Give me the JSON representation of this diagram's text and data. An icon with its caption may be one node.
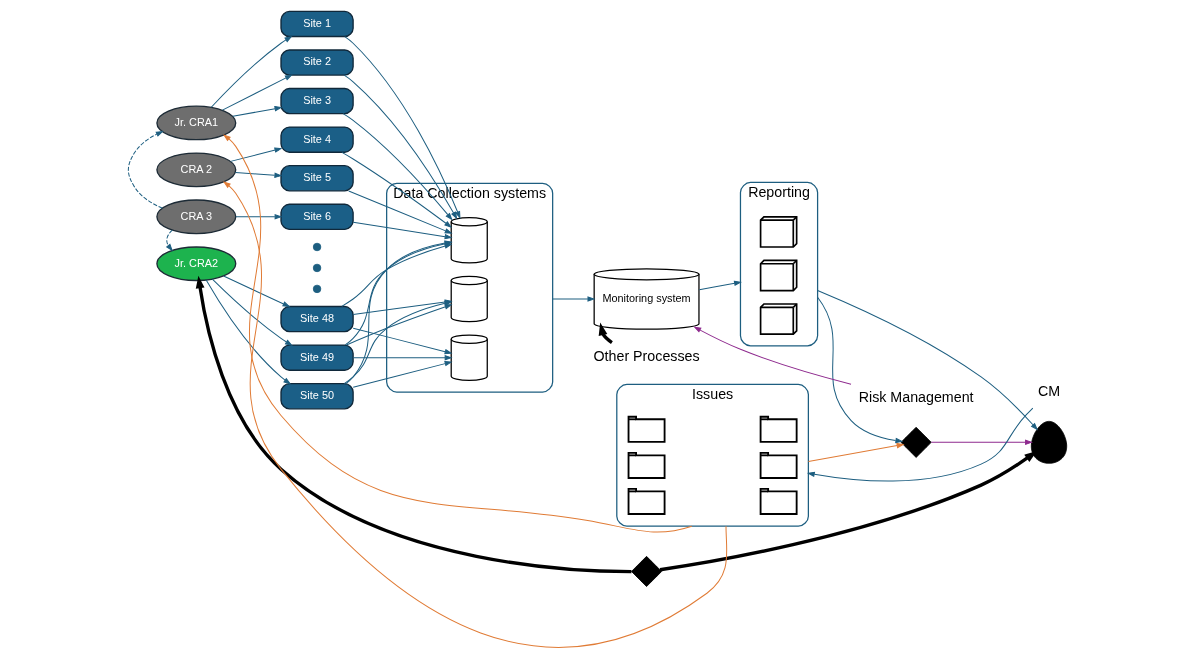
{
  "diagram": {
    "nodes": [
      {
        "text": [
          "Jr. CRA1"
        ]
      },
      {
        "text": [
          "CRA 2"
        ]
      },
      {
        "text": [
          "CRA 3"
        ]
      },
      {
        "text": [
          "Jr. CRA2"
        ]
      },
      {
        "text": [
          "Site 1"
        ]
      },
      {
        "text": [
          "Site 2"
        ]
      },
      {
        "text": [
          "Site 3"
        ]
      },
      {
        "text": [
          "Site 4"
        ]
      },
      {
        "text": [
          "Site 5"
        ]
      },
      {
        "text": [
          "Site 6"
        ]
      },
      {
        "text": [],
        "shape": "circle"
      },
      {
        "text": [],
        "shape": "circle"
      },
      {
        "text": [],
        "shape": "circle"
      },
      {
        "text": [
          "Site 48"
        ]
      },
      {
        "text": [
          "Site 49"
        ]
      },
      {
        "text": [
          "Site 50"
        ]
      },
      {
        "text": [
          "Data Collection systems"
        ]
      },
      {
        "text": [],
        "shape": "cylinder",
        "in": 16
      },
      {
        "text": [],
        "shape": "cylinder",
        "in": 16
      },
      {
        "text": [],
        "shape": "cylinder",
        "in": 16
      },
      {
        "text": [
          "Monitoring system"
        ]
      },
      {
        "text": [
          "Other Processes"
        ]
      },
      {
        "text": [],
        "shape": "picture"
      },
      {
        "text": [
          "Reporting"
        ]
      },
      {
        "text": [],
        "shape": "picture",
        "in": 23
      },
      {
        "text": [],
        "shape": "picture",
        "in": 23
      },
      {
        "text": [],
        "shape": "picture",
        "in": 23
      },
      {
        "text": [
          "Issues"
        ]
      },
      {
        "text": [],
        "shape": "picture",
        "in": 27
      },
      {
        "text": [],
        "shape": "picture",
        "in": 27
      },
      {
        "text": [],
        "shape": "picture",
        "in": 27
      },
      {
        "text": [],
        "shape": "picture",
        "in": 27
      },
      {
        "text": [],
        "shape": "picture",
        "in": 27
      },
      {
        "text": [],
        "shape": "picture",
        "in": 27
      },
      {
        "text": [
          "Risk Management"
        ]
      },
      {
        "text": [],
        "shape": "picture"
      },
      {
        "text": [
          "CM"
        ]
      },
      {
        "text": [],
        "shape": "person"
      }
    ],
    "edges": [
      {
        "from": 0,
        "to": 4,
        "arrow": "to"
      },
      {
        "from": 0,
        "to": 5,
        "arrow": "to"
      },
      {
        "from": 0,
        "to": 6,
        "arrow": "to"
      },
      {
        "from": 1,
        "to": 7,
        "arrow": "to"
      },
      {
        "from": 1,
        "to": 8,
        "arrow": "to"
      },
      {
        "from": 2,
        "to": 9,
        "arrow": "to"
      },
      {
        "from": 3,
        "to": 13,
        "arrow": "to"
      },
      {
        "from": 3,
        "to": 14,
        "arrow": "to"
      },
      {
        "from": 3,
        "to": 15,
        "arrow": "to"
      },
      {
        "from": 2,
        "to": 0,
        "arrow": "to",
        "style": "dashed"
      },
      {
        "from": 2,
        "to": 3,
        "arrow": "to",
        "style": "dashed"
      },
      {
        "from": 4,
        "to": 17,
        "arrow": "to"
      },
      {
        "from": 5,
        "to": 17,
        "arrow": "to"
      },
      {
        "from": 6,
        "to": 17,
        "arrow": "to"
      },
      {
        "from": 7,
        "to": 17,
        "arrow": "to"
      },
      {
        "from": 8,
        "to": 17,
        "arrow": "to"
      },
      {
        "from": 9,
        "to": 17,
        "arrow": "to"
      },
      {
        "from": 13,
        "to": 17,
        "arrow": "to"
      },
      {
        "from": 13,
        "to": 18,
        "arrow": "to"
      },
      {
        "from": 13,
        "to": 19,
        "arrow": "to"
      },
      {
        "from": 14,
        "to": 17,
        "arrow": "to"
      },
      {
        "from": 14,
        "to": 18,
        "arrow": "to"
      },
      {
        "from": 14,
        "to": 19,
        "arrow": "to"
      },
      {
        "from": 15,
        "to": 17,
        "arrow": "to"
      },
      {
        "from": 15,
        "to": 18,
        "arrow": "to"
      },
      {
        "from": 15,
        "to": 19,
        "arrow": "to"
      },
      {
        "from": 16,
        "to": 20,
        "arrow": "to"
      },
      {
        "from": 20,
        "to": 23,
        "arrow": "to"
      },
      {
        "from": 21,
        "to": 20,
        "arrow": "to",
        "style": "thick",
        "color": "#000000"
      },
      {
        "from": 22,
        "to": 3,
        "arrow": "to",
        "style": "thick",
        "color": "#000000"
      },
      {
        "from": 22,
        "to": 37,
        "arrow": "to",
        "style": "thick",
        "color": "#000000"
      },
      {
        "from": 23,
        "to": 37,
        "arrow": "to"
      },
      {
        "from": 23,
        "to": 35,
        "arrow": "to"
      },
      {
        "from": 36,
        "to": 27,
        "arrow": "to"
      },
      {
        "from": 27,
        "to": 0,
        "arrow": "to",
        "color": "#e07b35"
      },
      {
        "from": 27,
        "to": 1,
        "arrow": "to",
        "color": "#e07b35"
      },
      {
        "from": 27,
        "to": 35,
        "arrow": "to",
        "color": "#e07b35"
      },
      {
        "from": 34,
        "to": 20,
        "arrow": "to",
        "color": "#8e2a8e"
      },
      {
        "from": 35,
        "to": 37,
        "arrow": "to",
        "color": "#8e2a8e"
      }
    ]
  }
}
